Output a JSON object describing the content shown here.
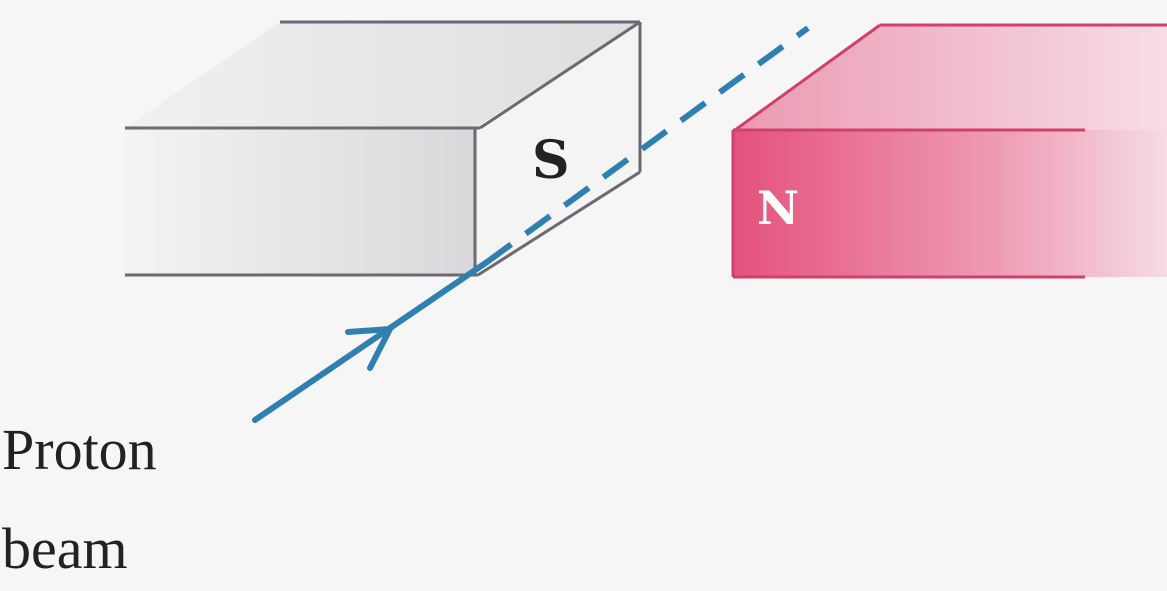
{
  "diagram": {
    "south_pole_label": "S",
    "north_pole_label": "N",
    "beam_label_line1": "Proton",
    "beam_label_line2": "beam"
  },
  "colors": {
    "background": "#f6f6f7",
    "south_magnet_front": "#dcdcdf",
    "south_magnet_end": "#f4f4f5",
    "south_magnet_top": "#e3e3e6",
    "magnet_edge": "#6a6a70",
    "north_magnet_front": "#e85f86",
    "north_magnet_top": "#eea6bb",
    "north_magnet_edge": "#d0406a",
    "beam": "#2f7fb0",
    "text_dark": "#222222",
    "text_light": "#ffffff"
  }
}
